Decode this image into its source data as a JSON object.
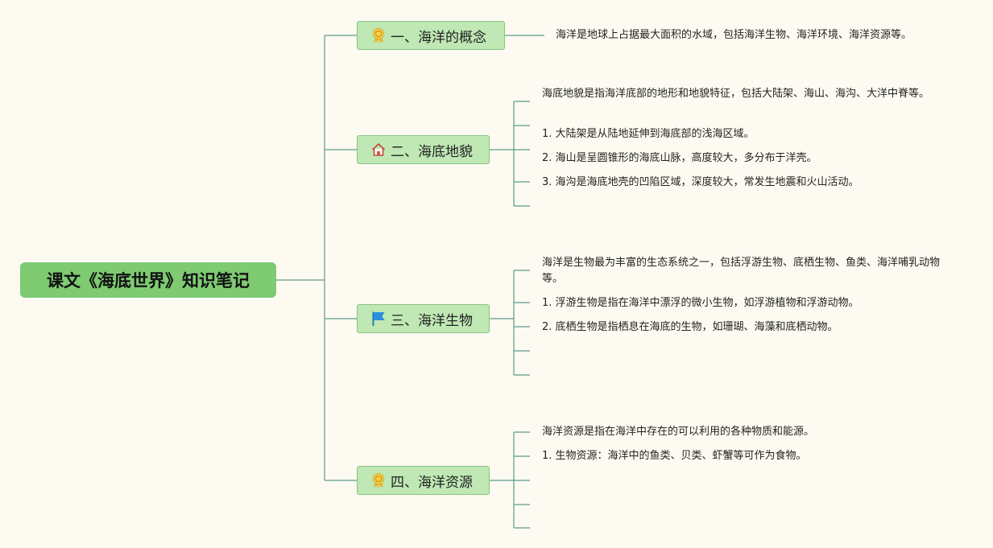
{
  "root": {
    "title": "课文《海底世界》知识笔记"
  },
  "branches": [
    {
      "title": "一、海洋的概念",
      "icon": "award-ribbon-icon",
      "leaves": [
        "海洋是地球上占据最大面积的水域，包括海洋生物、海洋环境、海洋资源等。"
      ]
    },
    {
      "title": "二、海底地貌",
      "icon": "house-icon",
      "leaves": [
        "海底地貌是指海洋底部的地形和地貌特征，包括大陆架、海山、海沟、大洋中脊等。",
        "1. 大陆架是从陆地延伸到海底部的浅海区域。",
        "2. 海山是呈圆锥形的海底山脉，高度较大，多分布于洋壳。",
        "3. 海沟是海底地壳的凹陷区域，深度较大，常发生地震和火山活动。"
      ]
    },
    {
      "title": "三、海洋生物",
      "icon": "flag-icon",
      "leaves": [
        "海洋是生物最为丰富的生态系统之一，包括浮游生物、底栖生物、鱼类、海洋哺乳动物等。",
        "1. 浮游生物是指在海洋中漂浮的微小生物，如浮游植物和浮游动物。",
        "2. 底栖生物是指栖息在海底的生物，如珊瑚、海藻和底栖动物。"
      ]
    },
    {
      "title": "四、海洋资源",
      "icon": "award-ribbon-icon",
      "leaves": [
        "海洋资源是指在海洋中存在的可以利用的各种物质和能源。",
        "1. 生物资源：海洋中的鱼类、贝类、虾蟹等可作为食物。"
      ]
    }
  ],
  "colors": {
    "background": "#fdfbf1",
    "root_fill": "#7ecb72",
    "branch_fill": "#bfe8b4",
    "branch_border": "#8cc383",
    "connector": "#5e9a8c"
  }
}
